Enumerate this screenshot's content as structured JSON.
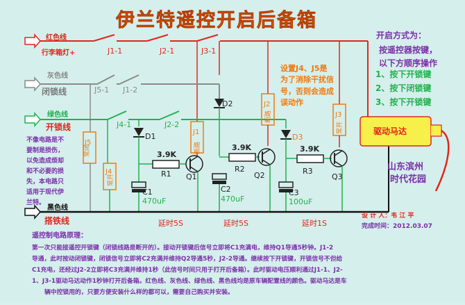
{
  "title": "伊兰特遥控开启后备箱",
  "wires": {
    "red_name": "红色线",
    "red_sub": "行李箱灯+",
    "gray_name": "灰色线",
    "gray_sub": "闭锁线",
    "green_name": "绿色线",
    "green_sub": "开锁线",
    "black_name": "黑色线",
    "black_sub": "搭铁线"
  },
  "switches": {
    "j1_1": "J1-1",
    "j2_1": "J2-1",
    "j3_1": "J3-1",
    "j5_1": "J5-1",
    "j1_2": "J1-2",
    "j4_1": "J4-1",
    "j2_2": "J2-2",
    "j5": "J5",
    "j4": "J4",
    "j1": "J1",
    "j2": "J2",
    "j3": "J3"
  },
  "relay_note_j5": "常闭",
  "relay_note_j4": "常开",
  "relay_note_j1": "断路",
  "relay_note_j2": "断路",
  "relay_note_j3": "常开",
  "parts": {
    "d1": "D1",
    "d2": "D2",
    "d3": "D3",
    "r1_val": "3.9K",
    "r1": "R1",
    "r2_val": "3.9K",
    "r2": "R2",
    "r3_val": "3.9K",
    "r3": "R3",
    "q1": "Q1",
    "q2": "Q2",
    "q3": "Q3",
    "c1": "C1",
    "c1_val": "470uF",
    "c2": "C2",
    "c2_val": "470uF",
    "c3": "C3",
    "c3_val": "100uF"
  },
  "delays": [
    "延时5S",
    "延时5S",
    "延时1S"
  ],
  "left_note": "不像电路是不要制是损伤，以免造成烦却和不必要的损失，本电路只适用于现代伊兰特。",
  "mid_note": "设置J4、J5是为了消除干扰信号，否则会造成误动作",
  "method": {
    "title": "开启方式为：",
    "line1": "按遥控器按键，",
    "line2": "以下方顺序操作",
    "step1": "1、按下开锁键",
    "step2": "2、按下闭锁键",
    "step3": "3、按下开锁键"
  },
  "motor_label": "驱动马达",
  "place": "山东滨州\n时代花园",
  "designer_label": "设 计 人：韦 江 平",
  "date_label": "完成时间：2012.03.07",
  "principle_title": "遥控制电路原理：",
  "principle_line1": "第一次只能接遥控开锁键（闭锁线路是断开的）。接动开锁键后信号立即将C1充满电，维持Q1导通5秒钟。J1-2",
  "principle_line2": "导通，此时按动闭锁键，闭锁信号立即将C2充满并维持Q2导通5秒，J2-2导通。继续按下开锁键，开锁信号不但给",
  "principle_line3": "C1充电，还经过J2-2立即将C3充满并维持1秒（此信号时间只用于打开后备箱）。此时驱动电压顺利通过J1-1、J2-",
  "principle_line4": "1、J3-1驱动马达动作1秒钟打开后备箱。红色线、灰色线、绿色线、黑色线均是原车辆配置线的颜色。驱动马达是车",
  "principle_line5": "辆中控锁用的，只要方便安装什么样的都可以，需要自己购买并安装。",
  "colors": {
    "red": "#e0261c",
    "gray": "#8a8a8a",
    "green": "#22b14c",
    "black": "#111111",
    "orange": "#f07a10",
    "title_orange": "#f0741a",
    "purple": "#7a2fa8",
    "motor_yellow": "#f7f04a"
  }
}
